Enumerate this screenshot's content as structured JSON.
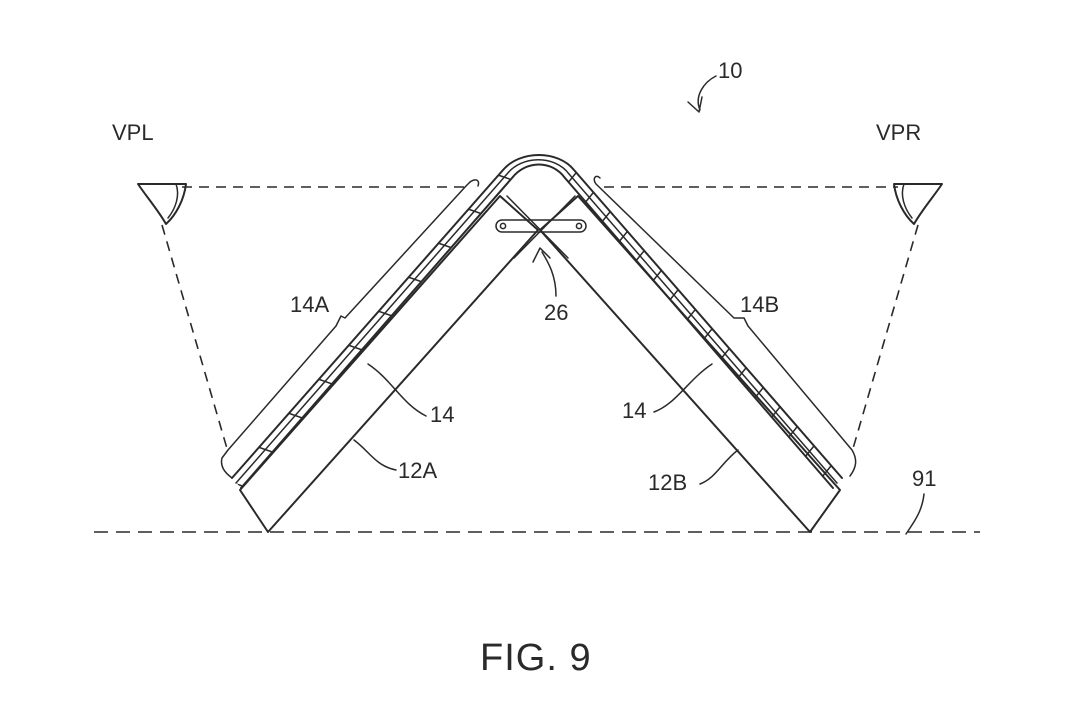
{
  "diagram": {
    "reference_number": "10",
    "viewpoint_left": "VPL",
    "viewpoint_right": "VPR",
    "display_left": "14A",
    "display_right": "14B",
    "display_label_left": "14",
    "display_label_right": "14",
    "housing_left": "12A",
    "housing_right": "12B",
    "hinge": "26",
    "surface": "91",
    "caption": "FIG. 9"
  }
}
